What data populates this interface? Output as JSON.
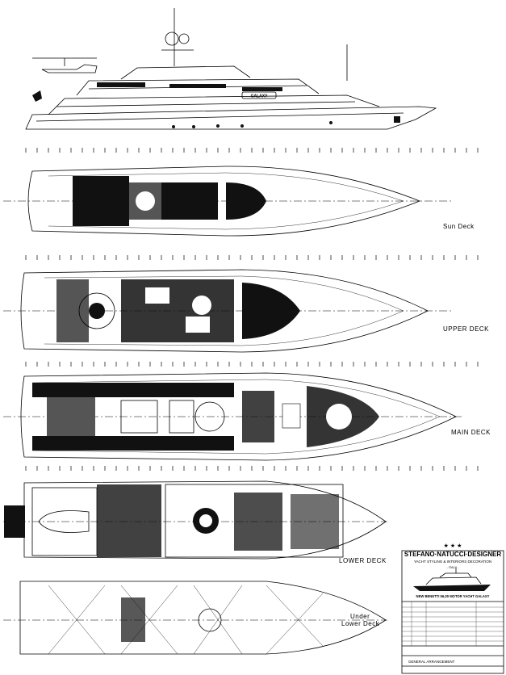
{
  "vessel": {
    "name_on_hull": "GALAXY"
  },
  "decks": {
    "sun": "Sun Deck",
    "upper": "UPPER DECK",
    "main": "MAIN DECK",
    "lower": "LOWER DECK",
    "under_lower_line1": "Under",
    "under_lower_line2": "Lower Deck"
  },
  "title_block": {
    "stars": "★ ★ ★",
    "designer": "STEFANO·NATUCCI·DESIGNER",
    "tagline": "YACHT STYLING & INTERIORS DECORATION",
    "country": "- ITALY -",
    "project": "NEW BENETTI 56,00 MOTOR YACHT GALAXY",
    "drawing_title": "GENERAL ARRANGEMENT"
  },
  "colors": {
    "ink": "#000000",
    "paper": "#ffffff",
    "fill_dark": "#111111"
  }
}
